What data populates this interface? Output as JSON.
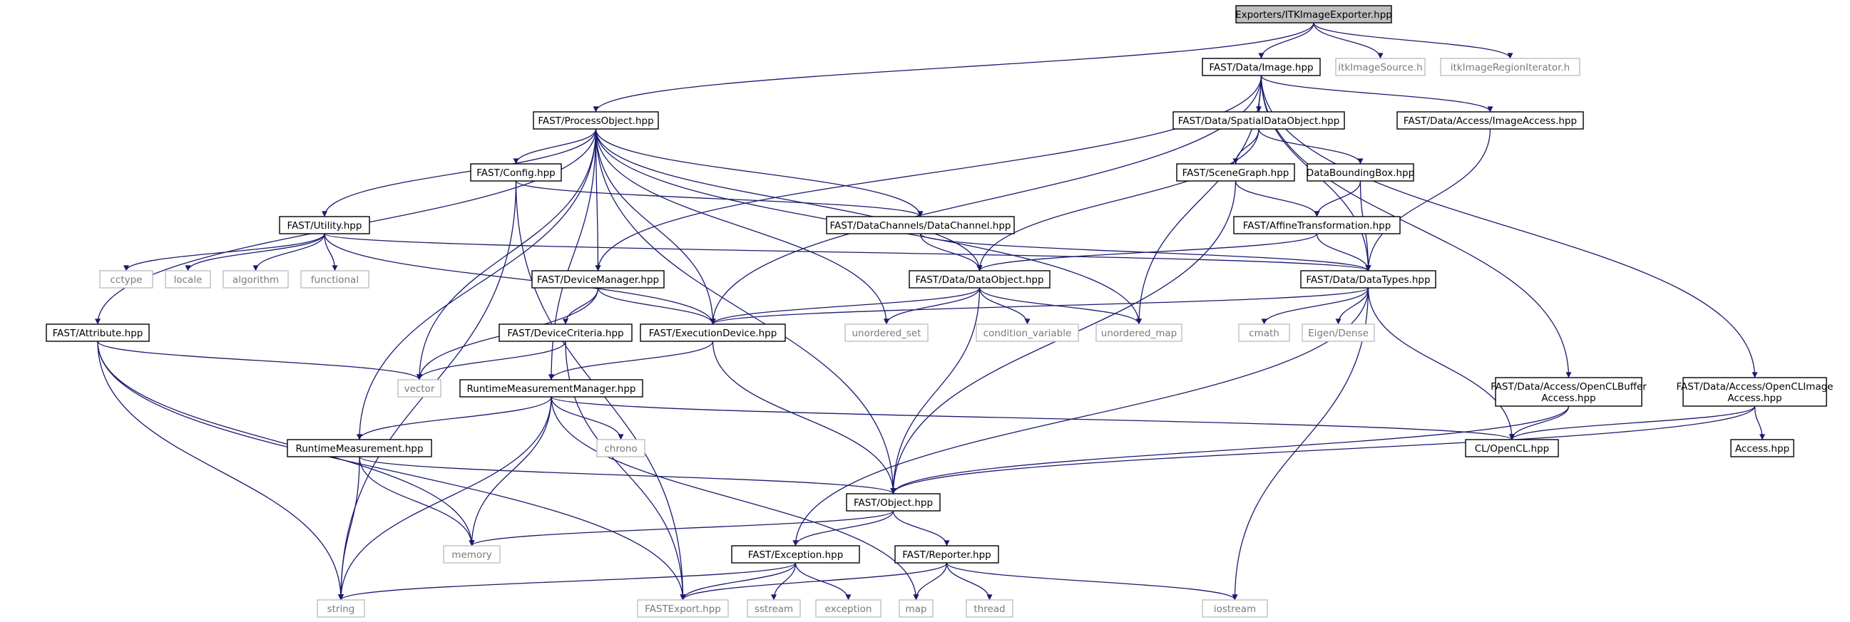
{
  "graph": {
    "colors": {
      "edge": "#191970",
      "arrow": "#191970",
      "node_border": "#000000",
      "node_fill": "#ffffff",
      "root_fill": "#bfbfbf",
      "external_border": "#bfbfbf",
      "external_text": "#7a7a7a",
      "text": "#000000"
    },
    "nodes": [
      {
        "id": "root",
        "lines": [
          "Exporters/ITKImageExporter.hpp"
        ],
        "kind": "root"
      },
      {
        "id": "image",
        "lines": [
          "FAST/Data/Image.hpp"
        ],
        "kind": "local"
      },
      {
        "id": "itkImageSource",
        "lines": [
          "itkImageSource.h"
        ],
        "kind": "external"
      },
      {
        "id": "itkRegionIter",
        "lines": [
          "itkImageRegionIterator.h"
        ],
        "kind": "external"
      },
      {
        "id": "processObject",
        "lines": [
          "FAST/ProcessObject.hpp"
        ],
        "kind": "local"
      },
      {
        "id": "spatialData",
        "lines": [
          "FAST/Data/SpatialDataObject.hpp"
        ],
        "kind": "local"
      },
      {
        "id": "imageAccess",
        "lines": [
          "FAST/Data/Access/ImageAccess.hpp"
        ],
        "kind": "local"
      },
      {
        "id": "config",
        "lines": [
          "FAST/Config.hpp"
        ],
        "kind": "local"
      },
      {
        "id": "sceneGraph",
        "lines": [
          "FAST/SceneGraph.hpp"
        ],
        "kind": "local"
      },
      {
        "id": "bbox",
        "lines": [
          "DataBoundingBox.hpp"
        ],
        "kind": "local"
      },
      {
        "id": "utility",
        "lines": [
          "FAST/Utility.hpp"
        ],
        "kind": "local"
      },
      {
        "id": "dataChannel",
        "lines": [
          "FAST/DataChannels/DataChannel.hpp"
        ],
        "kind": "local"
      },
      {
        "id": "affine",
        "lines": [
          "FAST/AffineTransformation.hpp"
        ],
        "kind": "local"
      },
      {
        "id": "cctype",
        "lines": [
          "cctype"
        ],
        "kind": "external"
      },
      {
        "id": "locale",
        "lines": [
          "locale"
        ],
        "kind": "external"
      },
      {
        "id": "algorithm",
        "lines": [
          "algorithm"
        ],
        "kind": "external"
      },
      {
        "id": "functional",
        "lines": [
          "functional"
        ],
        "kind": "external"
      },
      {
        "id": "deviceManager",
        "lines": [
          "FAST/DeviceManager.hpp"
        ],
        "kind": "local"
      },
      {
        "id": "dataObject",
        "lines": [
          "FAST/Data/DataObject.hpp"
        ],
        "kind": "local"
      },
      {
        "id": "dataTypes",
        "lines": [
          "FAST/Data/DataTypes.hpp"
        ],
        "kind": "local"
      },
      {
        "id": "attribute",
        "lines": [
          "FAST/Attribute.hpp"
        ],
        "kind": "local"
      },
      {
        "id": "deviceCriteria",
        "lines": [
          "FAST/DeviceCriteria.hpp"
        ],
        "kind": "local"
      },
      {
        "id": "executionDevice",
        "lines": [
          "FAST/ExecutionDevice.hpp"
        ],
        "kind": "local"
      },
      {
        "id": "unorderedSet",
        "lines": [
          "unordered_set"
        ],
        "kind": "external"
      },
      {
        "id": "condVar",
        "lines": [
          "condition_variable"
        ],
        "kind": "external"
      },
      {
        "id": "unorderedMap",
        "lines": [
          "unordered_map"
        ],
        "kind": "external"
      },
      {
        "id": "cmath",
        "lines": [
          "cmath"
        ],
        "kind": "external"
      },
      {
        "id": "eigenDense",
        "lines": [
          "Eigen/Dense"
        ],
        "kind": "external"
      },
      {
        "id": "vector",
        "lines": [
          "vector"
        ],
        "kind": "external"
      },
      {
        "id": "rtmm",
        "lines": [
          "RuntimeMeasurementManager.hpp"
        ],
        "kind": "local"
      },
      {
        "id": "openclBuffer",
        "lines": [
          "FAST/Data/Access/OpenCLBuffer",
          "Access.hpp"
        ],
        "kind": "local"
      },
      {
        "id": "openclImage",
        "lines": [
          "FAST/Data/Access/OpenCLImage",
          "Access.hpp"
        ],
        "kind": "local"
      },
      {
        "id": "chrono",
        "lines": [
          "chrono"
        ],
        "kind": "external"
      },
      {
        "id": "rtm",
        "lines": [
          "RuntimeMeasurement.hpp"
        ],
        "kind": "local"
      },
      {
        "id": "clopencl",
        "lines": [
          "CL/OpenCL.hpp"
        ],
        "kind": "local"
      },
      {
        "id": "access",
        "lines": [
          "Access.hpp"
        ],
        "kind": "local"
      },
      {
        "id": "object",
        "lines": [
          "FAST/Object.hpp"
        ],
        "kind": "local"
      },
      {
        "id": "memory",
        "lines": [
          "memory"
        ],
        "kind": "external"
      },
      {
        "id": "exception",
        "lines": [
          "FAST/Exception.hpp"
        ],
        "kind": "local"
      },
      {
        "id": "reporter",
        "lines": [
          "FAST/Reporter.hpp"
        ],
        "kind": "local"
      },
      {
        "id": "string",
        "lines": [
          "string"
        ],
        "kind": "external"
      },
      {
        "id": "fastExport",
        "lines": [
          "FASTExport.hpp"
        ],
        "kind": "external"
      },
      {
        "id": "sstream",
        "lines": [
          "sstream"
        ],
        "kind": "external"
      },
      {
        "id": "stdException",
        "lines": [
          "exception"
        ],
        "kind": "external"
      },
      {
        "id": "map",
        "lines": [
          "map"
        ],
        "kind": "external"
      },
      {
        "id": "thread",
        "lines": [
          "thread"
        ],
        "kind": "external"
      },
      {
        "id": "iostream",
        "lines": [
          "iostream"
        ],
        "kind": "external"
      }
    ],
    "edges": [
      [
        "root",
        "image"
      ],
      [
        "root",
        "itkImageSource"
      ],
      [
        "root",
        "itkRegionIter"
      ],
      [
        "root",
        "processObject"
      ],
      [
        "image",
        "spatialData"
      ],
      [
        "image",
        "imageAccess"
      ],
      [
        "image",
        "openclBuffer"
      ],
      [
        "image",
        "openclImage"
      ],
      [
        "image",
        "deviceManager"
      ],
      [
        "image",
        "executionDevice"
      ],
      [
        "image",
        "unorderedMap"
      ],
      [
        "image",
        "dataTypes"
      ],
      [
        "processObject",
        "config"
      ],
      [
        "processObject",
        "utility"
      ],
      [
        "processObject",
        "attribute"
      ],
      [
        "processObject",
        "dataChannel"
      ],
      [
        "processObject",
        "deviceManager"
      ],
      [
        "processObject",
        "executionDevice"
      ],
      [
        "processObject",
        "dataObject"
      ],
      [
        "processObject",
        "vector"
      ],
      [
        "processObject",
        "unorderedSet"
      ],
      [
        "processObject",
        "unorderedMap"
      ],
      [
        "processObject",
        "rtmm"
      ],
      [
        "processObject",
        "rtm"
      ],
      [
        "processObject",
        "object"
      ],
      [
        "spatialData",
        "sceneGraph"
      ],
      [
        "spatialData",
        "bbox"
      ],
      [
        "spatialData",
        "dataObject"
      ],
      [
        "imageAccess",
        "dataTypes"
      ],
      [
        "config",
        "dataChannel"
      ],
      [
        "config",
        "string"
      ],
      [
        "config",
        "fastExport"
      ],
      [
        "sceneGraph",
        "affine"
      ],
      [
        "sceneGraph",
        "object"
      ],
      [
        "bbox",
        "affine"
      ],
      [
        "bbox",
        "dataTypes"
      ],
      [
        "utility",
        "cctype"
      ],
      [
        "utility",
        "locale"
      ],
      [
        "utility",
        "algorithm"
      ],
      [
        "utility",
        "functional"
      ],
      [
        "utility",
        "dataTypes"
      ],
      [
        "utility",
        "executionDevice"
      ],
      [
        "dataChannel",
        "dataObject"
      ],
      [
        "dataChannel",
        "dataTypes"
      ],
      [
        "affine",
        "dataObject"
      ],
      [
        "affine",
        "dataTypes"
      ],
      [
        "deviceManager",
        "deviceCriteria"
      ],
      [
        "deviceManager",
        "executionDevice"
      ],
      [
        "deviceManager",
        "vector"
      ],
      [
        "dataObject",
        "executionDevice"
      ],
      [
        "dataObject",
        "unorderedSet"
      ],
      [
        "dataObject",
        "condVar"
      ],
      [
        "dataObject",
        "unorderedMap"
      ],
      [
        "dataObject",
        "object"
      ],
      [
        "dataTypes",
        "executionDevice"
      ],
      [
        "dataTypes",
        "cmath"
      ],
      [
        "dataTypes",
        "eigenDense"
      ],
      [
        "dataTypes",
        "clopencl"
      ],
      [
        "dataTypes",
        "exception"
      ],
      [
        "dataTypes",
        "iostream"
      ],
      [
        "attribute",
        "vector"
      ],
      [
        "attribute",
        "memory"
      ],
      [
        "attribute",
        "string"
      ],
      [
        "attribute",
        "fastExport"
      ],
      [
        "deviceCriteria",
        "vector"
      ],
      [
        "deviceCriteria",
        "fastExport"
      ],
      [
        "executionDevice",
        "rtmm"
      ],
      [
        "executionDevice",
        "object"
      ],
      [
        "rtmm",
        "rtm"
      ],
      [
        "rtmm",
        "chrono"
      ],
      [
        "rtmm",
        "clopencl"
      ],
      [
        "rtmm",
        "memory"
      ],
      [
        "rtmm",
        "string"
      ],
      [
        "rtmm",
        "map"
      ],
      [
        "openclBuffer",
        "clopencl"
      ],
      [
        "openclBuffer",
        "object"
      ],
      [
        "openclImage",
        "clopencl"
      ],
      [
        "openclImage",
        "access"
      ],
      [
        "openclImage",
        "object"
      ],
      [
        "rtm",
        "object"
      ],
      [
        "rtm",
        "memory"
      ],
      [
        "rtm",
        "string"
      ],
      [
        "object",
        "memory"
      ],
      [
        "object",
        "exception"
      ],
      [
        "object",
        "reporter"
      ],
      [
        "exception",
        "string"
      ],
      [
        "exception",
        "fastExport"
      ],
      [
        "exception",
        "sstream"
      ],
      [
        "exception",
        "stdException"
      ],
      [
        "reporter",
        "fastExport"
      ],
      [
        "reporter",
        "map"
      ],
      [
        "reporter",
        "thread"
      ],
      [
        "reporter",
        "iostream"
      ]
    ]
  }
}
